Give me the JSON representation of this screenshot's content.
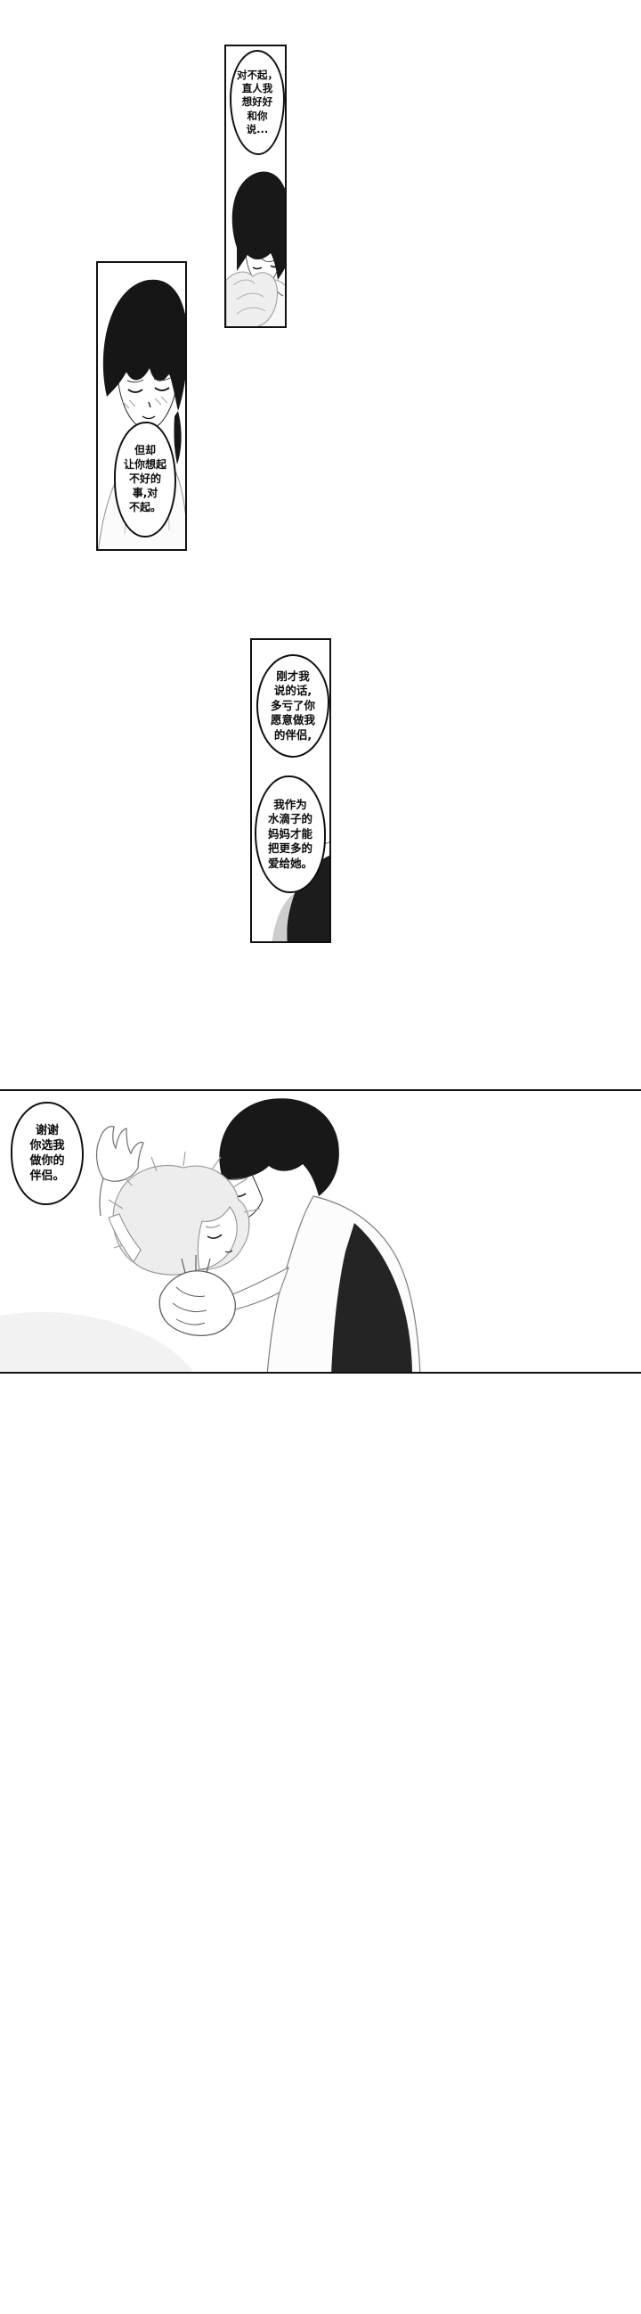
{
  "page": {
    "background_color": "#ffffff",
    "ink_color": "#101010"
  },
  "panels": {
    "panel1": {
      "bubble": "对不起，\n直人我\n想好好\n和你\n说..."
    },
    "panel2": {
      "bubble": "但却\n让你想起\n不好的\n事,对\n不起。"
    },
    "panel3": {
      "bubble_top": "刚才我\n说的话,\n多亏了你\n愿意做我\n的伴侣,",
      "bubble_bottom": "我作为\n水滴子的\n妈妈才能\n把更多的\n爱给她。"
    },
    "panel4": {
      "bubble": "谢谢\n你选我\n做你的\n伴侣。"
    }
  }
}
